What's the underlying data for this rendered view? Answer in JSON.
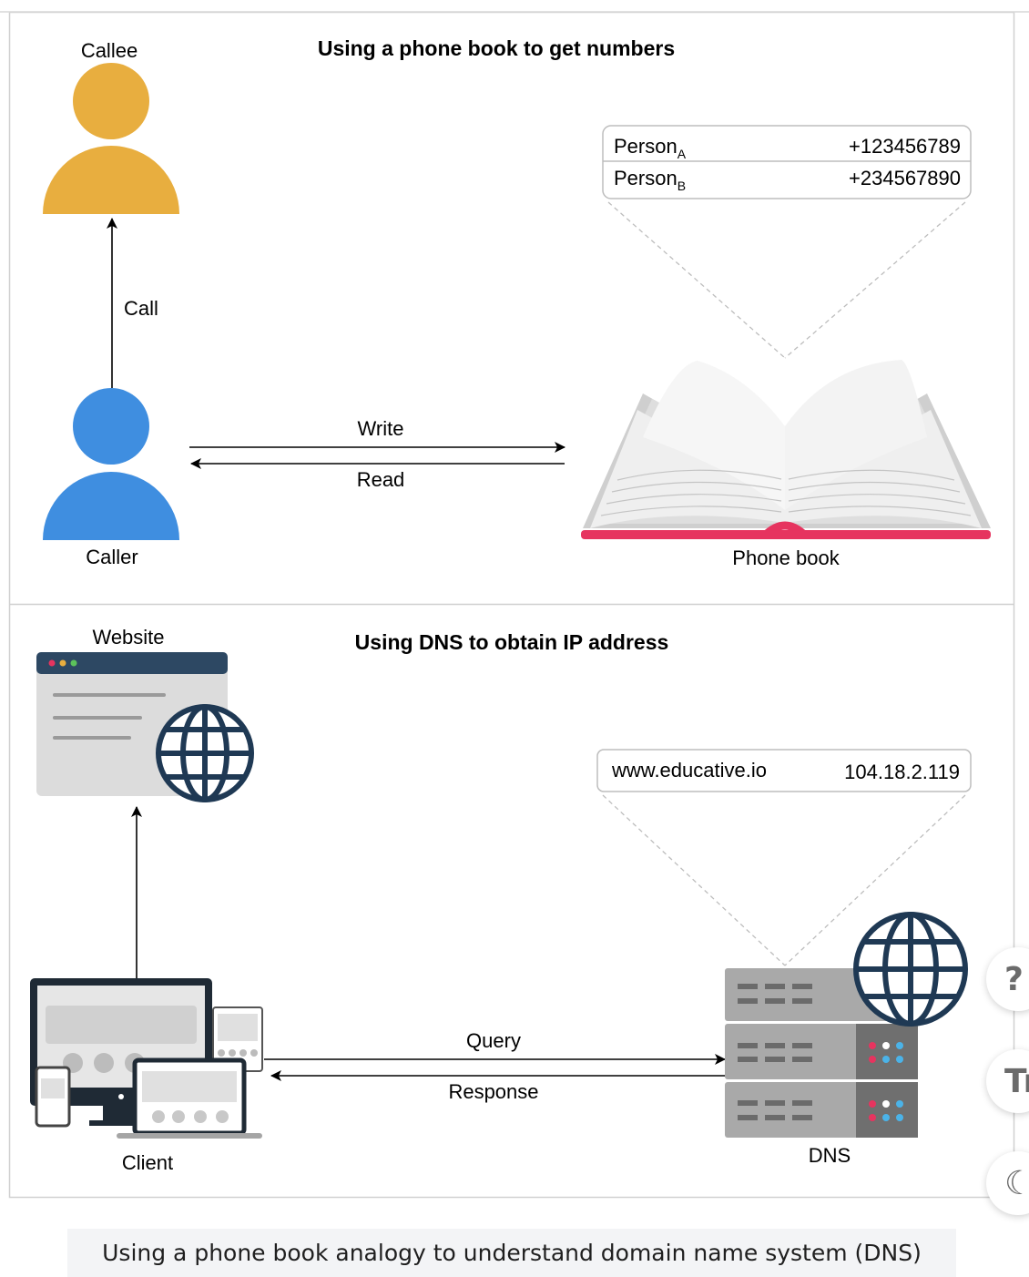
{
  "top_panel": {
    "title": "Using a phone book to get numbers",
    "callee_label": "Callee",
    "caller_label": "Caller",
    "call_label": "Call",
    "write_label": "Write",
    "read_label": "Read",
    "phone_book_label": "Phone book",
    "table": [
      {
        "name": "Person",
        "sub": "A",
        "number": "+123456789"
      },
      {
        "name": "Person",
        "sub": "B",
        "number": "+234567890"
      }
    ]
  },
  "bottom_panel": {
    "title": "Using DNS to obtain IP address",
    "website_label": "Website",
    "client_label": "Client",
    "dns_label": "DNS",
    "query_label": "Query",
    "response_label": "Response",
    "record": {
      "domain": "www.educative.io",
      "ip": "104.18.2.119"
    }
  },
  "caption": "Using a phone book analogy to understand domain name system (DNS)",
  "side_buttons": [
    {
      "icon": "question-icon",
      "glyph": "?"
    },
    {
      "icon": "text-size-icon",
      "glyph": "Tr"
    },
    {
      "icon": "moon-icon",
      "glyph": "☾"
    }
  ],
  "colors": {
    "callee": "#e8ae3f",
    "caller": "#3f8ee0",
    "book_spine": "#e6345f",
    "navy": "#1f3954"
  }
}
